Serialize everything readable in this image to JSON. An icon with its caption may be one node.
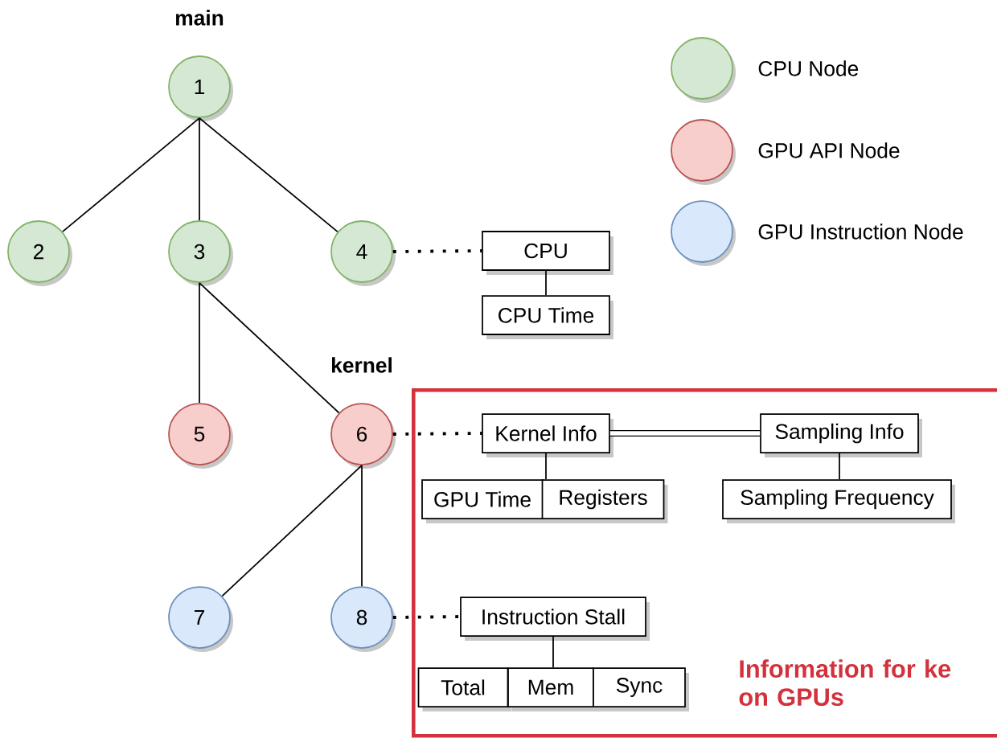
{
  "diagram": {
    "nodes": [
      {
        "text": [
          "1"
        ],
        "beside": [
          "main"
        ]
      },
      {
        "text": [
          "2"
        ]
      },
      {
        "text": [
          "3"
        ]
      },
      {
        "text": [
          "4"
        ]
      },
      {
        "text": [
          "5"
        ]
      },
      {
        "text": [
          "6"
        ],
        "beside": [
          "kernel"
        ]
      },
      {
        "text": [
          "7"
        ]
      },
      {
        "text": [
          "8"
        ]
      },
      {
        "text": [
          "CPU"
        ]
      },
      {
        "text": [
          "CPU Time"
        ]
      },
      {
        "text": [
          "Information for ke on GPUs"
        ]
      },
      {
        "text": [
          "Kernel Info"
        ],
        "in": 10
      },
      {
        "text": [
          "Sampling Info"
        ],
        "in": 10
      },
      {
        "text": [
          "GPU Time"
        ],
        "in": 10
      },
      {
        "text": [
          "Registers"
        ],
        "in": 10
      },
      {
        "text": [
          "Sampling Frequency"
        ],
        "in": 10
      },
      {
        "text": [
          "Instruction Stall"
        ],
        "in": 10
      },
      {
        "text": [
          "Total"
        ],
        "in": 10
      },
      {
        "text": [
          "Mem"
        ],
        "in": 10
      },
      {
        "text": [
          "Sync"
        ],
        "in": 10
      }
    ],
    "edges": [
      {
        "from": 0,
        "to": 1,
        "arrow": "none"
      },
      {
        "from": 0,
        "to": 2,
        "arrow": "none"
      },
      {
        "from": 0,
        "to": 3,
        "arrow": "none"
      },
      {
        "from": 2,
        "to": 4,
        "arrow": "none"
      },
      {
        "from": 2,
        "to": 5,
        "arrow": "none"
      },
      {
        "from": 5,
        "to": 6,
        "arrow": "none"
      },
      {
        "from": 5,
        "to": 7,
        "arrow": "none"
      },
      {
        "from": 3,
        "to": 8,
        "arrow": "none",
        "style": "dashed"
      },
      {
        "from": 8,
        "to": 9,
        "arrow": "none"
      },
      {
        "from": 5,
        "to": 11,
        "arrow": "none",
        "style": "dashed"
      },
      {
        "from": 11,
        "to": 12,
        "arrow": "none",
        "style": "thick"
      },
      {
        "from": 11,
        "to": 13,
        "arrow": "none"
      },
      {
        "from": 11,
        "to": 14,
        "arrow": "none"
      },
      {
        "from": 12,
        "to": 15,
        "arrow": "none"
      },
      {
        "from": 7,
        "to": 16,
        "arrow": "none",
        "style": "dashed"
      },
      {
        "from": 16,
        "to": 18,
        "arrow": "none"
      }
    ],
    "legend": [
      {
        "text": "CPU Node",
        "color": "#d5e8d4"
      },
      {
        "text": "GPU API Node",
        "color": "#f8cecc"
      },
      {
        "text": "GPU Instruction Node",
        "color": "#dae8fc"
      }
    ]
  }
}
